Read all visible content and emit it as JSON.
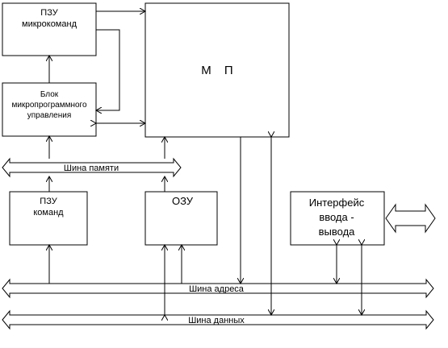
{
  "blocks": {
    "pzu_mk": [
      "ПЗУ",
      "микрокоманд"
    ],
    "bmu": [
      "Блок",
      "микропрограммного",
      "управления"
    ],
    "mp": "М П",
    "pzu_cmd": [
      "ПЗУ",
      "команд"
    ],
    "ozu": "ОЗУ",
    "io": [
      "Интерфейс",
      "ввода -",
      "вывода"
    ]
  },
  "buses": {
    "memory": "Шина памяти",
    "address": "Шина адреса",
    "data": "Шина данных"
  }
}
